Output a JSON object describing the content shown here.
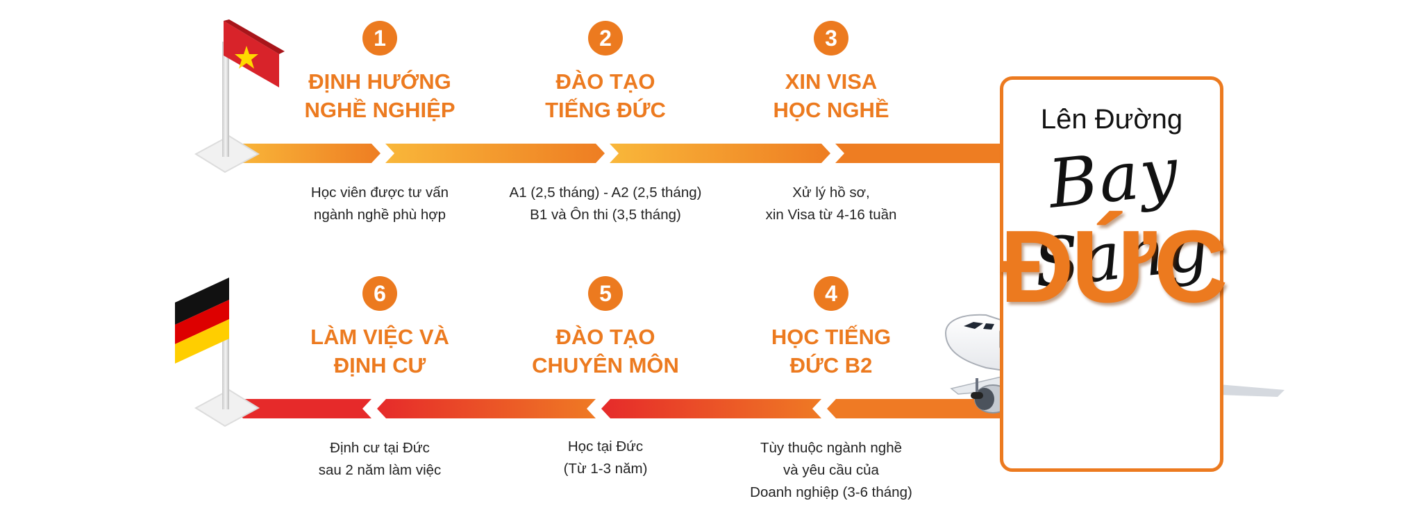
{
  "colors": {
    "orange": "#ec7a1f",
    "top_arrow_start": "#f9b73a",
    "top_arrow_end": "#ee7d22",
    "bottom_arrow_start": "#e62a2a",
    "bottom_arrow_end": "#ef7a24",
    "text": "#222222"
  },
  "top_row": [
    {
      "number": "1",
      "title": [
        "ĐỊNH HƯỚNG",
        "NGHỀ NGHIỆP"
      ],
      "desc": [
        "Học viên được tư vấn",
        "ngành nghề phù hợp"
      ]
    },
    {
      "number": "2",
      "title": [
        "ĐÀO TẠO",
        "TIẾNG ĐỨC"
      ],
      "desc": [
        "A1 (2,5 tháng) - A2 (2,5 tháng)",
        "B1 và Ôn thi (3,5 tháng)"
      ]
    },
    {
      "number": "3",
      "title": [
        "XIN VISA",
        "HỌC NGHỀ"
      ],
      "desc": [
        "Xử lý hồ sơ,",
        "xin Visa từ 4-16 tuần"
      ]
    }
  ],
  "bottom_row": [
    {
      "number": "6",
      "title": [
        "LÀM VIỆC VÀ",
        "ĐỊNH CƯ"
      ],
      "desc": [
        "Định cư tại Đức",
        "sau 2 năm làm việc"
      ]
    },
    {
      "number": "5",
      "title": [
        "ĐÀO TẠO",
        "CHUYÊN MÔN"
      ],
      "desc": [
        "Học tại Đức",
        "(Từ 1-3 năm)"
      ]
    },
    {
      "number": "4",
      "title": [
        "HỌC TIẾNG",
        "ĐỨC B2"
      ],
      "desc": [
        "Tùy thuộc ngành nghề",
        "và yêu cầu của",
        "Doanh nghiệp (3-6 tháng)"
      ]
    }
  ],
  "card": {
    "line1": "Lên Đường",
    "line2": "Bay Sang",
    "line3": "ĐỨC"
  },
  "icons": {
    "start_flag": "vietnam-flag-icon",
    "end_flag": "germany-flag-icon",
    "plane": "airplane-icon"
  }
}
